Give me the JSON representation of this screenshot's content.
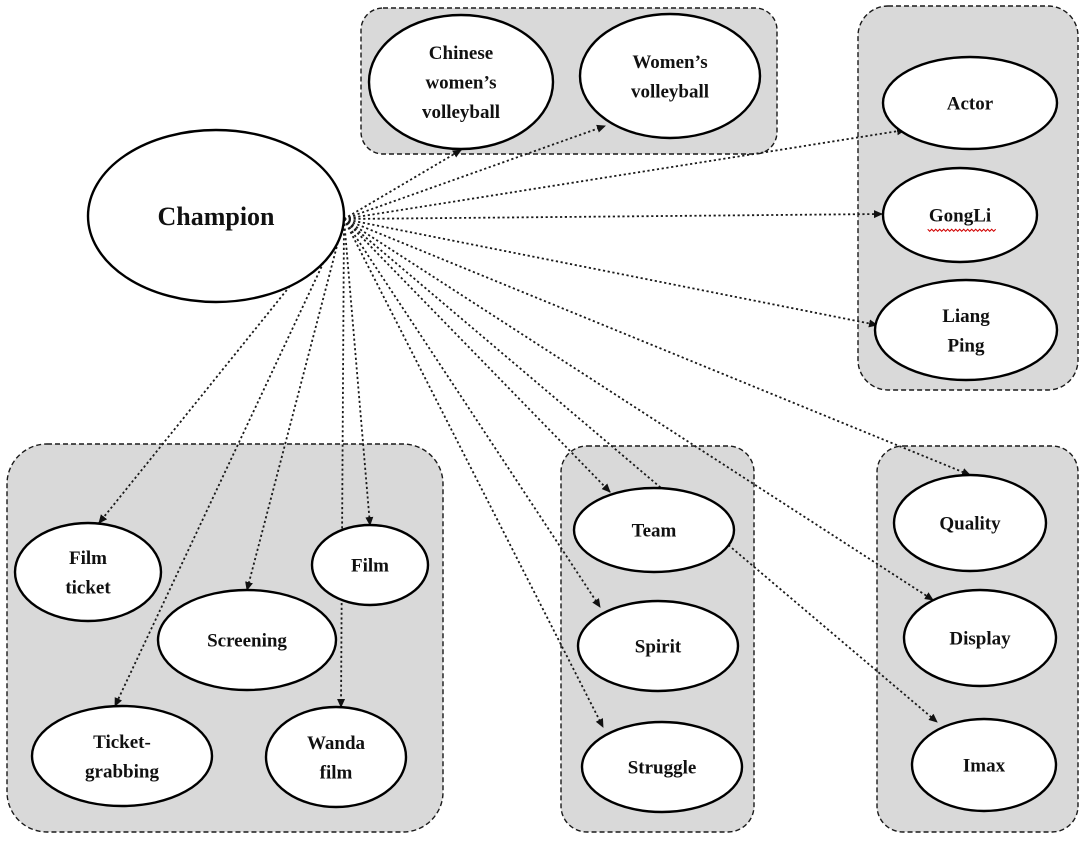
{
  "center": {
    "label": "Champion"
  },
  "groups": [
    {
      "id": "volleyball",
      "nodes": [
        {
          "id": "chinese-womens-volleyball",
          "lines": [
            "Chinese",
            "women’s",
            "volleyball"
          ]
        },
        {
          "id": "womens-volleyball",
          "lines": [
            "Women’s",
            "volleyball"
          ]
        }
      ]
    },
    {
      "id": "people",
      "nodes": [
        {
          "id": "actor",
          "lines": [
            "Actor"
          ]
        },
        {
          "id": "gongli",
          "lines": [
            "GongLi"
          ]
        },
        {
          "id": "liang-ping",
          "lines": [
            "Liang",
            "Ping"
          ]
        }
      ]
    },
    {
      "id": "film",
      "nodes": [
        {
          "id": "film-ticket",
          "lines": [
            "Film",
            "ticket"
          ]
        },
        {
          "id": "film",
          "lines": [
            "Film"
          ]
        },
        {
          "id": "screening",
          "lines": [
            "Screening"
          ]
        },
        {
          "id": "ticket-grabbing",
          "lines": [
            "Ticket-",
            "grabbing"
          ]
        },
        {
          "id": "wanda-film",
          "lines": [
            "Wanda",
            "film"
          ]
        }
      ]
    },
    {
      "id": "spirit",
      "nodes": [
        {
          "id": "team",
          "lines": [
            "Team"
          ]
        },
        {
          "id": "spirit",
          "lines": [
            "Spirit"
          ]
        },
        {
          "id": "struggle",
          "lines": [
            "Struggle"
          ]
        }
      ]
    },
    {
      "id": "quality",
      "nodes": [
        {
          "id": "quality",
          "lines": [
            "Quality"
          ]
        },
        {
          "id": "display",
          "lines": [
            "Display"
          ]
        },
        {
          "id": "imax",
          "lines": [
            "Imax"
          ]
        }
      ]
    }
  ],
  "edges": [
    {
      "to": "chinese-womens-volleyball"
    },
    {
      "to": "womens-volleyball"
    },
    {
      "to": "actor"
    },
    {
      "to": "gongli"
    },
    {
      "to": "liang-ping"
    },
    {
      "to": "film-ticket"
    },
    {
      "to": "screening"
    },
    {
      "to": "ticket-grabbing"
    },
    {
      "to": "film"
    },
    {
      "to": "wanda-film"
    },
    {
      "to": "team"
    },
    {
      "to": "spirit"
    },
    {
      "to": "struggle"
    },
    {
      "to": "quality"
    },
    {
      "to": "display"
    },
    {
      "to": "imax"
    }
  ]
}
